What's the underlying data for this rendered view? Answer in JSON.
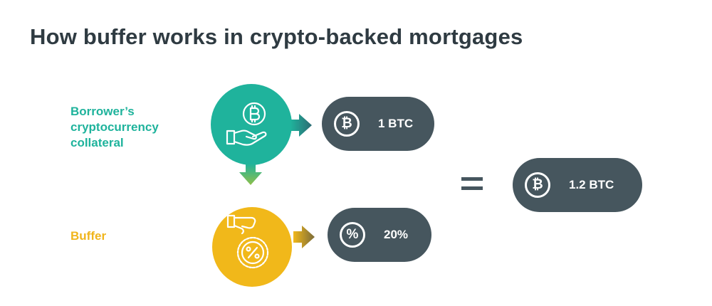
{
  "title": "How buffer works in crypto-backed mortgages",
  "labels": {
    "collateral": "Borrower’s cryptocurrency collateral",
    "buffer": "Buffer"
  },
  "pills": {
    "btc": {
      "icon": "bitcoin-icon",
      "glyph": "₿",
      "text": "1 BTC"
    },
    "buffer": {
      "icon": "percent-icon",
      "glyph": "%",
      "text": "20%"
    },
    "total": {
      "icon": "bitcoin-icon",
      "glyph": "₿",
      "text": "1.2 BTC"
    }
  },
  "icons": {
    "collateral_circle": "hand-holding-bitcoin-icon",
    "buffer_circle": "hand-dropping-percent-coin-icon"
  },
  "colors": {
    "teal": "#1fb39c",
    "yellow": "#f1b81a",
    "dark": "#46565e",
    "title": "#2f3b42"
  }
}
